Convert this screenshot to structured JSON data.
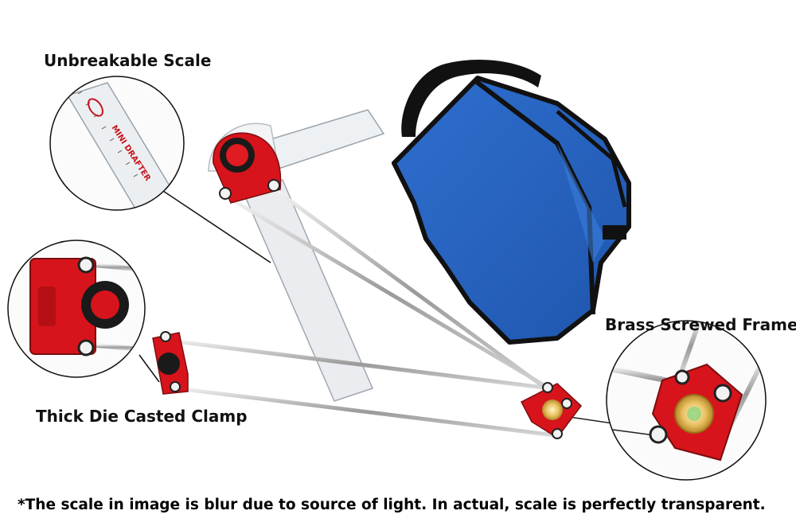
{
  "labels": {
    "scale": "Unbreakable Scale",
    "brass": "Brass Screwed Frame",
    "clamp": "Thick Die Casted Clamp"
  },
  "scale_marking": "MINI DRAFTER",
  "note": "*The scale in image is blur due to source of light. In actual, scale is perfectly transparent.",
  "colors": {
    "red": "#d7141b",
    "blue": "#2a66c4",
    "black": "#111111"
  }
}
